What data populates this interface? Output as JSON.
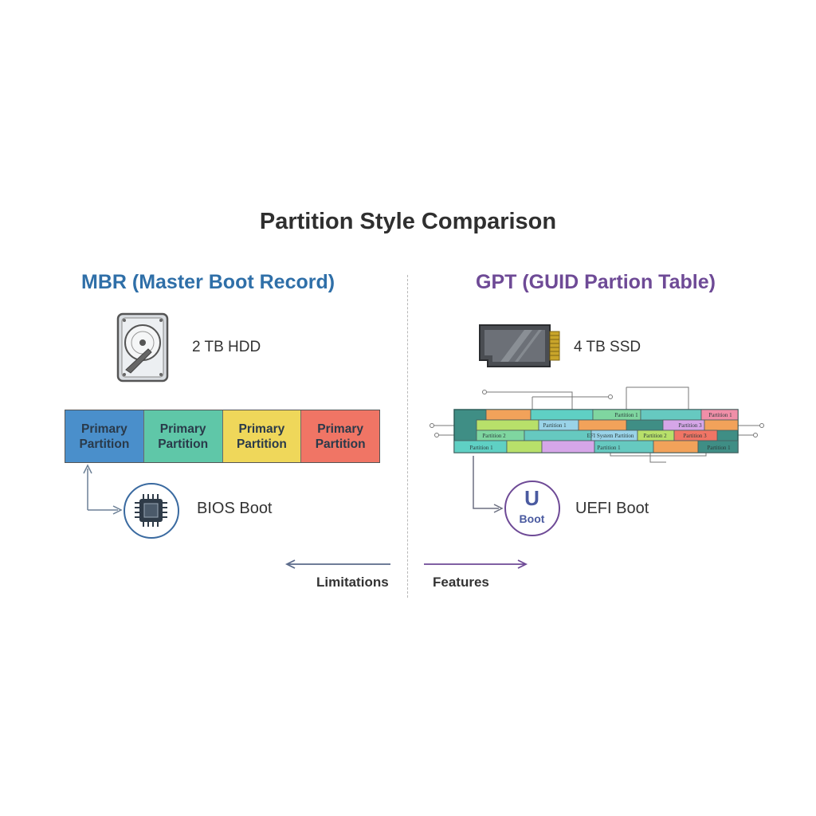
{
  "title": "Partition Style Comparison",
  "mbr": {
    "heading": "MBR (Master Boot Record)",
    "drive_label": "2 TB HDD",
    "drive_icon": "hard-drive-icon",
    "partitions": [
      {
        "label": "Primary\nPartition",
        "color": "#4a8fcb"
      },
      {
        "label": "Primary\nPartition",
        "color": "#5fc7a8"
      },
      {
        "label": "Primary\nPartition",
        "color": "#efd75a"
      },
      {
        "label": "Primary\nPartition",
        "color": "#f07565"
      }
    ],
    "boot_label": "BIOS Boot",
    "boot_icon": "cpu-chip-icon",
    "accent": "#2f6fa8"
  },
  "gpt": {
    "heading": "GPT (GUID Partion Table)",
    "drive_label": "4 TB SSD",
    "drive_icon": "ssd-icon",
    "boot_label": "UEFI Boot",
    "boot_badge": "Boot",
    "boot_glyph": "U",
    "boot_icon": "uefi-boot-icon",
    "accent": "#6e4a96",
    "segment_labels": [
      "Partition 1",
      "Partition 1",
      "Partition 1",
      "Partition 3",
      "Partition 2",
      "EFI System Partition",
      "Partition 2",
      "Partition 3",
      "Partition 1",
      "Partition 1",
      "Partition 1"
    ]
  },
  "legend": {
    "left_label": "Limitations",
    "right_label": "Features"
  }
}
